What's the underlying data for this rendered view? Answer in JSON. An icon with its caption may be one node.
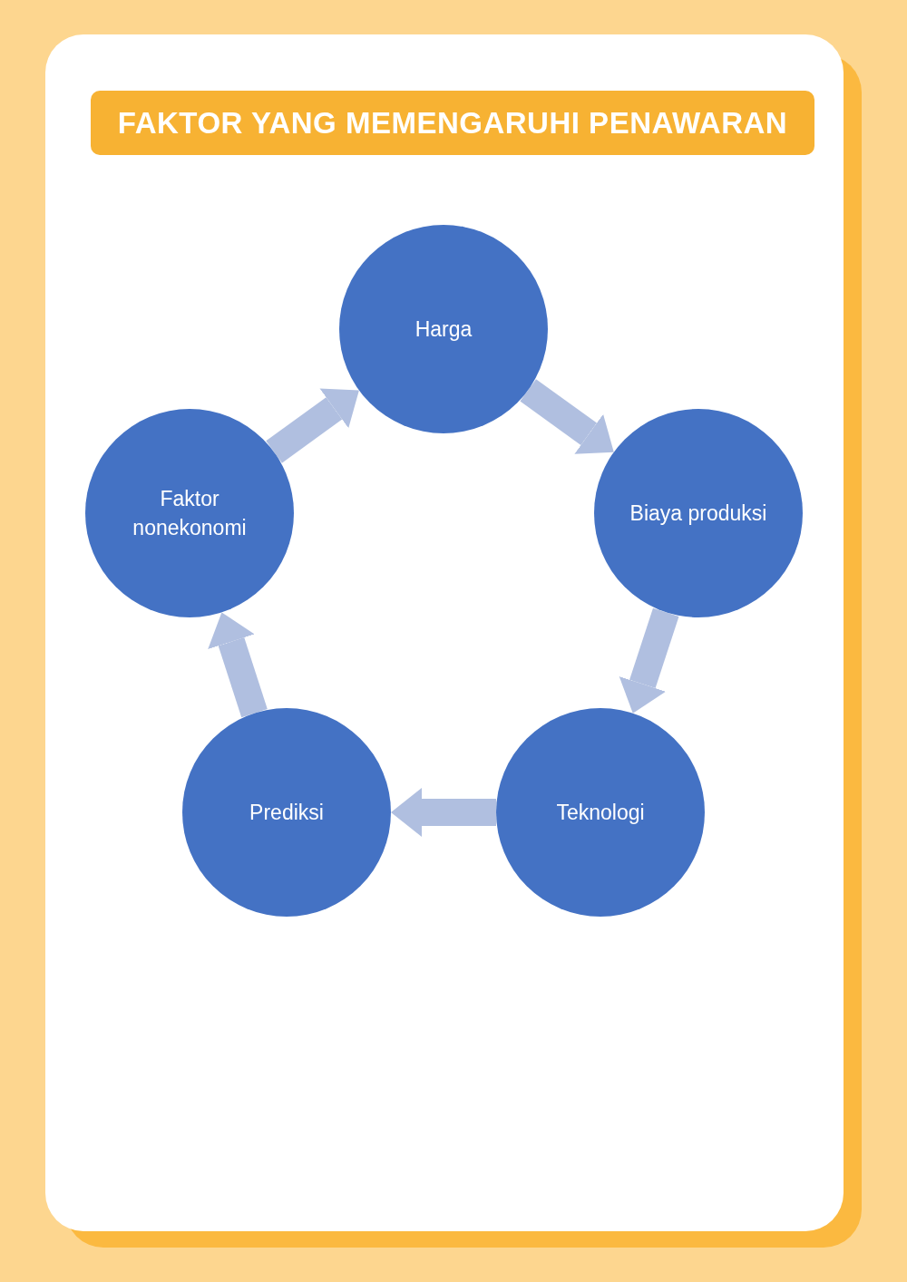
{
  "diagram": {
    "title": "FAKTOR YANG MEMENGARUHI PENAWARAN",
    "nodes": [
      {
        "text": [
          "Harga"
        ]
      },
      {
        "text": [
          "Biaya produksi"
        ]
      },
      {
        "text": [
          "Teknologi"
        ]
      },
      {
        "text": [
          "Prediksi"
        ]
      },
      {
        "text": [
          "Faktor nonekonomi"
        ]
      }
    ],
    "edges": [
      {
        "from": 0,
        "to": 1,
        "arrow": "to"
      },
      {
        "from": 1,
        "to": 2,
        "arrow": "to"
      },
      {
        "from": 2,
        "to": 3,
        "arrow": "to"
      },
      {
        "from": 3,
        "to": 4,
        "arrow": "to"
      },
      {
        "from": 4,
        "to": 0,
        "arrow": "to"
      }
    ]
  }
}
